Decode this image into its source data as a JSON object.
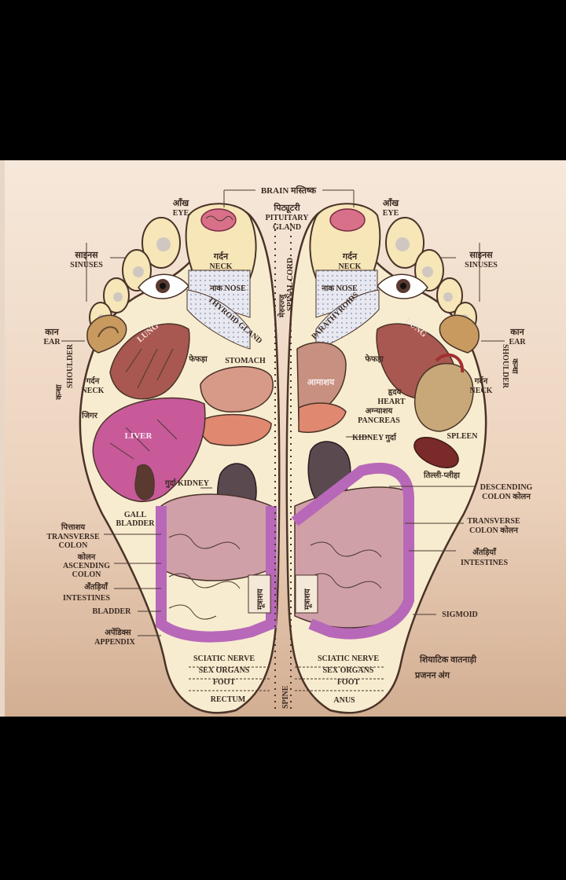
{
  "labels": {
    "brain": "BRAIN मस्तिष्क",
    "eye_hi": "आँख",
    "eye_en": "EYE",
    "pituitary_hi": "पिट्यूटरी",
    "pituitary_en1": "PITUITARY",
    "pituitary_en2": "GLAND",
    "sinuses_hi": "साइनस",
    "sinuses_en": "SINUSES",
    "neck_hi": "गर्दन",
    "neck_en": "NECK",
    "nose": "नाक NOSE",
    "spinal_hi": "मेरुरज्जु",
    "spinal_en": "SPINAL CORD",
    "thyroid": "THYROID GLAND",
    "parathyroids": "PARATHYROIDS",
    "ear_hi": "कान",
    "ear_en": "EAR",
    "shoulder_hi": "कन्धा",
    "shoulder_en": "SHOULDER",
    "lung_left": "LUNG",
    "lung_right": "LUNG",
    "lungs_hi_left": "फेफड़ा",
    "lungs_hi_right": "फेफड़ा",
    "stomach_en": "STOMACH",
    "stomach_hi": "आमाशय",
    "heart_hi": "हृदय",
    "heart_en": "HEART",
    "pancreas_hi": "अग्न्याशय",
    "pancreas_en": "PANCREAS",
    "liver_hi": "जिगर",
    "liver_en": "LIVER",
    "kidney_right": "KIDNEY गुर्दा",
    "kidney_left": "गुर्दा KIDNEY",
    "spleen_en": "SPLEEN",
    "spleen_hi": "तिल्ली-प्लीहा",
    "gall1": "GALL",
    "gall2": "BLADDER",
    "desc_colon1": "DESCENDING",
    "desc_colon2": "COLON कोलन",
    "pittashay": "पित्ताशय",
    "transverse1": "TRANSVERSE",
    "transverse2": "COLON",
    "transverse_r1": "TRANSVERSE",
    "transverse_r2": "COLON कोलन",
    "colon_hi": "कोलन",
    "ascending1": "ASCENDING",
    "ascending2": "COLON",
    "intestines_hi_left": "अँतड़ियाँ",
    "intestines_en_left": "INTESTINES",
    "intestines_hi_right": "अँतड़ियाँ",
    "intestines_en_right": "INTESTINES",
    "bladder_en": "BLADDER",
    "bladder_hi_left": "मूत्राशय",
    "bladder_hi_right": "मूत्राशय",
    "sigmoid": "SIGMOID",
    "appendix_hi": "अपेंडिक्स",
    "appendix_en": "APPENDIX",
    "sciatic_left": "SCIATIC NERVE",
    "sciatic_right": "SCIATIC NERVE",
    "sex_left": "SEX ORGANS",
    "sex_right": "SEX ORGANS",
    "foot_left": "FOOT",
    "foot_right": "FOOT",
    "sciatic_hi": "शियाटिक वातनाड़ी",
    "prajanan_hi": "प्रजनन अंग",
    "rectum": "RECTUM",
    "spine": "SPINE",
    "anus": "ANUS"
  },
  "colors": {
    "background": "#000000",
    "paper": "#f4e3d2",
    "paper_bottom": "#d8b89e",
    "foot_fill": "#f8ecd0",
    "foot_outline": "#4a3328",
    "liver": "#c85a9a",
    "lung": "#a85850",
    "intestine": "#b868b8",
    "kidney": "#5a4a50",
    "stomach": "#d89a88",
    "heart": "#c8a878",
    "brain": "#d8708a"
  },
  "icons": [
    "brain-icon",
    "eye-icon",
    "ear-icon",
    "lung-icon",
    "heart-icon",
    "kidney-icon",
    "spleen-icon",
    "liver-icon",
    "intestine-icon",
    "stomach-icon"
  ]
}
